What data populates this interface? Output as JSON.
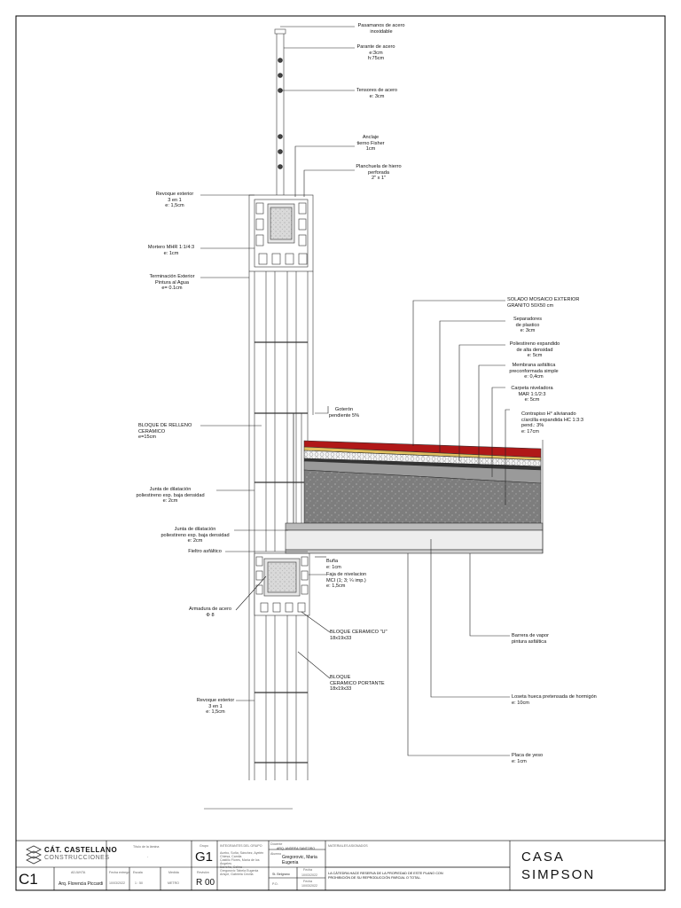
{
  "drawing": {
    "annotations_left": [
      {
        "id": "revoque-top",
        "lines": [
          "Revoque exterior",
          "3 en 1",
          "e: 1,5cm"
        ]
      },
      {
        "id": "mortero",
        "lines": [
          "Mortero MHR 1:1/4:3",
          "e: 1cm"
        ]
      },
      {
        "id": "terminacion",
        "lines": [
          "Terminación Exterior",
          "Pintura al Agua",
          "e= 0.1cm"
        ]
      },
      {
        "id": "bloque-relleno",
        "lines": [
          "BLOQUE DE RELLENO",
          "CERAMICO",
          "e=15cm"
        ]
      },
      {
        "id": "junta-1",
        "lines": [
          "Junta de dilatación",
          "poliestireno exp. baja densidad",
          "e: 2cm"
        ]
      },
      {
        "id": "junta-2",
        "lines": [
          "Junta de dilatación",
          "poliestireno exp. baja densidad",
          "e: 2cm"
        ]
      },
      {
        "id": "fieltro",
        "lines": [
          "Fieltro asfáltico"
        ]
      },
      {
        "id": "armadura",
        "lines": [
          "Armadura de acero",
          "Φ 8"
        ]
      },
      {
        "id": "revoque-bottom",
        "lines": [
          "Revoque exterior",
          "3 en 1",
          "e: 1,5cm"
        ]
      }
    ],
    "annotations_top": [
      {
        "id": "pasamanos",
        "lines": [
          "Pasamanos de acero",
          "inoxidable"
        ]
      },
      {
        "id": "parante",
        "lines": [
          "Parante de acero",
          "e:3cm",
          "h:75cm"
        ]
      },
      {
        "id": "tensores",
        "lines": [
          "Tensores de acero",
          "e: 3cm"
        ]
      },
      {
        "id": "anclaje",
        "lines": [
          "Anclaje",
          "tierno Fisher",
          "1cm"
        ]
      },
      {
        "id": "planchuela",
        "lines": [
          "Planchuela de hierro",
          "perforada",
          "2\" x 1\""
        ]
      }
    ],
    "annotations_right": [
      {
        "id": "solado",
        "lines": [
          "SOLADO MOSAICO EXTERIOR",
          "GRANITO 50X50 cm"
        ]
      },
      {
        "id": "separadores",
        "lines": [
          "Separadores",
          "de plastico",
          "e: 3cm"
        ]
      },
      {
        "id": "poliestireno",
        "lines": [
          "Poliestireno expandido",
          "de alta densidad",
          "e: 5cm"
        ]
      },
      {
        "id": "membrana",
        "lines": [
          "Membrana asfáltica",
          "preconformada simple",
          "e: 0,4cm"
        ]
      },
      {
        "id": "carpeta",
        "lines": [
          "Carpeta niveladora",
          "MAR 1:1/2:3",
          "e: 5cm"
        ]
      },
      {
        "id": "contrapiso",
        "lines": [
          "Contrapiso H° alivianado",
          "c/arcilla expandida HC 1:3:3",
          "pend.: 3%",
          "e: 17cm"
        ]
      },
      {
        "id": "goteron",
        "lines": [
          "Goterón",
          "pendiente 5%"
        ]
      },
      {
        "id": "buna",
        "lines": [
          "Buña",
          "e: 1cm"
        ]
      },
      {
        "id": "faja",
        "lines": [
          "Faja de nivelacion",
          "MCI (1; 3; ¼ imp.)",
          "e: 1,5cm"
        ]
      },
      {
        "id": "bloque-u",
        "lines": [
          "BLOQUE CERAMICO \"U\"",
          "18x19x33"
        ]
      },
      {
        "id": "bloque-portante",
        "lines": [
          "BLOQUE",
          "CERAMICO PORTANTE",
          "18x19x33"
        ]
      },
      {
        "id": "barrera",
        "lines": [
          "Barrera de vapor",
          "pintura asfáltica"
        ]
      },
      {
        "id": "losa",
        "lines": [
          "Loseta hueca pretensada de hormigón",
          "e: 10cm"
        ]
      },
      {
        "id": "placa",
        "lines": [
          "Placa de yeso",
          "e: 1cm"
        ]
      }
    ]
  },
  "titleblock": {
    "logo_line1": "CÁT. CASTELLANO",
    "logo_line2": "CONSTRUCCIONES",
    "sheet_code": "C1",
    "adjunta_label": "ADJUNTA",
    "adjunta_name": "Arq. Florencia Piccardi",
    "titulo_label": "Título de la lámina",
    "titulo_value": "-",
    "fecha_label": "Fecha entrega",
    "fecha_value": "10/03/2022",
    "escala_label": "Escala",
    "escala_value": "1 : 50",
    "medida_label": "Medida",
    "medida_value": "METRO",
    "grupo_label": "Grupo",
    "grupo_value": "G1",
    "revision_label": "Revisión",
    "revision_value": "R 00",
    "integrantes_label": "INTEGRANTES DEL GRUPO",
    "integrantes": [
      "Acebo, Sofía; Sánchez, Ayelén",
      "Chiesa, Camila",
      "Castillo Flores, María de los",
      "Ángeles",
      "Barreña, Celina",
      "Gregorovic Tabela Eugenia",
      "Arispe, Gabriela Cecilia"
    ],
    "docente_label": "Docente",
    "docente_value": "ARQ. ANDREA SANTORO",
    "alumno_label": "Alumno",
    "alumno_value": "Gregorovic, Maria Eugenia",
    "fecha2_label": "Fecha",
    "fecha2_value": "10/03/2022",
    "sede_value": "St. Belgrano",
    "fecha3_label": "Fecha",
    "fecha3_value": "10/03/2022",
    "pxx": "P.O.",
    "materiales_label": "MATERIALES ASIGNADOS",
    "disclaimer": "LA CÁTEDRA HACE RESERVA DE LA PROPIEDAD DE ESTE PLANO CON PROHIBICIÓN DE SU REPRODUCCIÓN PARCIAL O TOTAL.",
    "project_line1": "CASA",
    "project_line2": "SIMPSON"
  }
}
